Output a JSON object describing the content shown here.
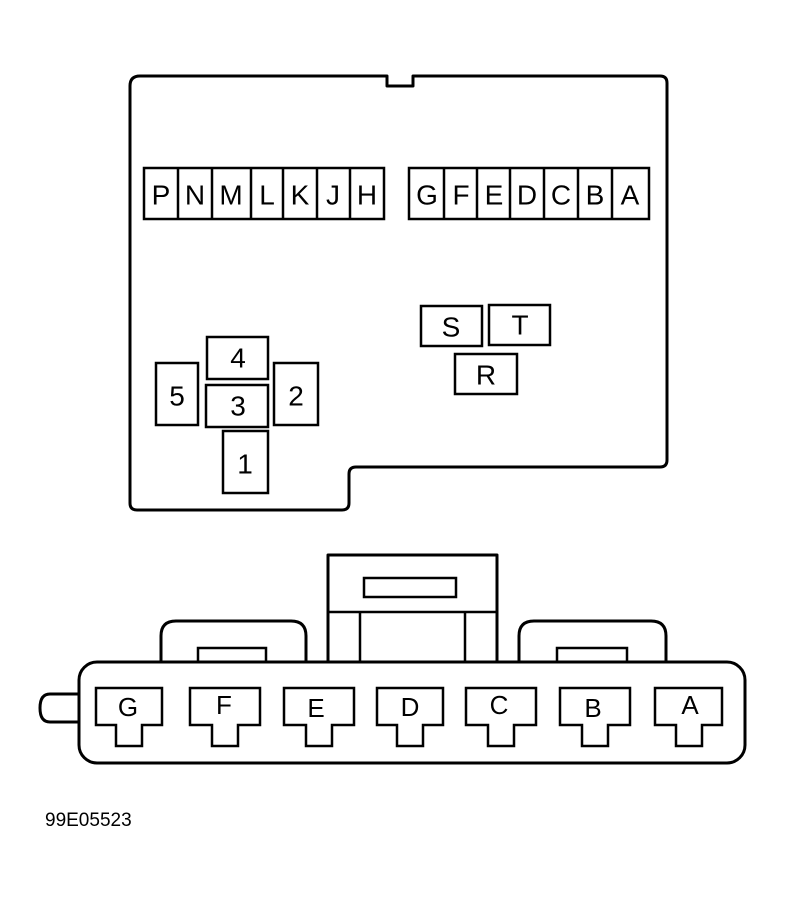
{
  "top_connector": {
    "left_row_pins": [
      "P",
      "N",
      "M",
      "L",
      "K",
      "J",
      "H"
    ],
    "right_row_pins": [
      "G",
      "F",
      "E",
      "D",
      "C",
      "B",
      "A"
    ],
    "cluster_left": {
      "pin_1": "1",
      "pin_2": "2",
      "pin_3": "3",
      "pin_4": "4",
      "pin_5": "5"
    },
    "cluster_right": {
      "pin_s": "S",
      "pin_t": "T",
      "pin_r": "R"
    }
  },
  "bottom_connector": {
    "pins": [
      "G",
      "F",
      "E",
      "D",
      "C",
      "B",
      "A"
    ]
  },
  "figure_id": "99E05523"
}
